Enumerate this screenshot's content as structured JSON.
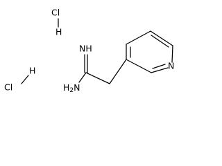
{
  "molecule": {
    "salt_1": {
      "cl": "Cl",
      "h": "H"
    },
    "salt_2": {
      "cl": "Cl",
      "h": "H"
    },
    "imine_label": "NH",
    "amine_label": "H2N",
    "ring_nitrogen": "N"
  }
}
